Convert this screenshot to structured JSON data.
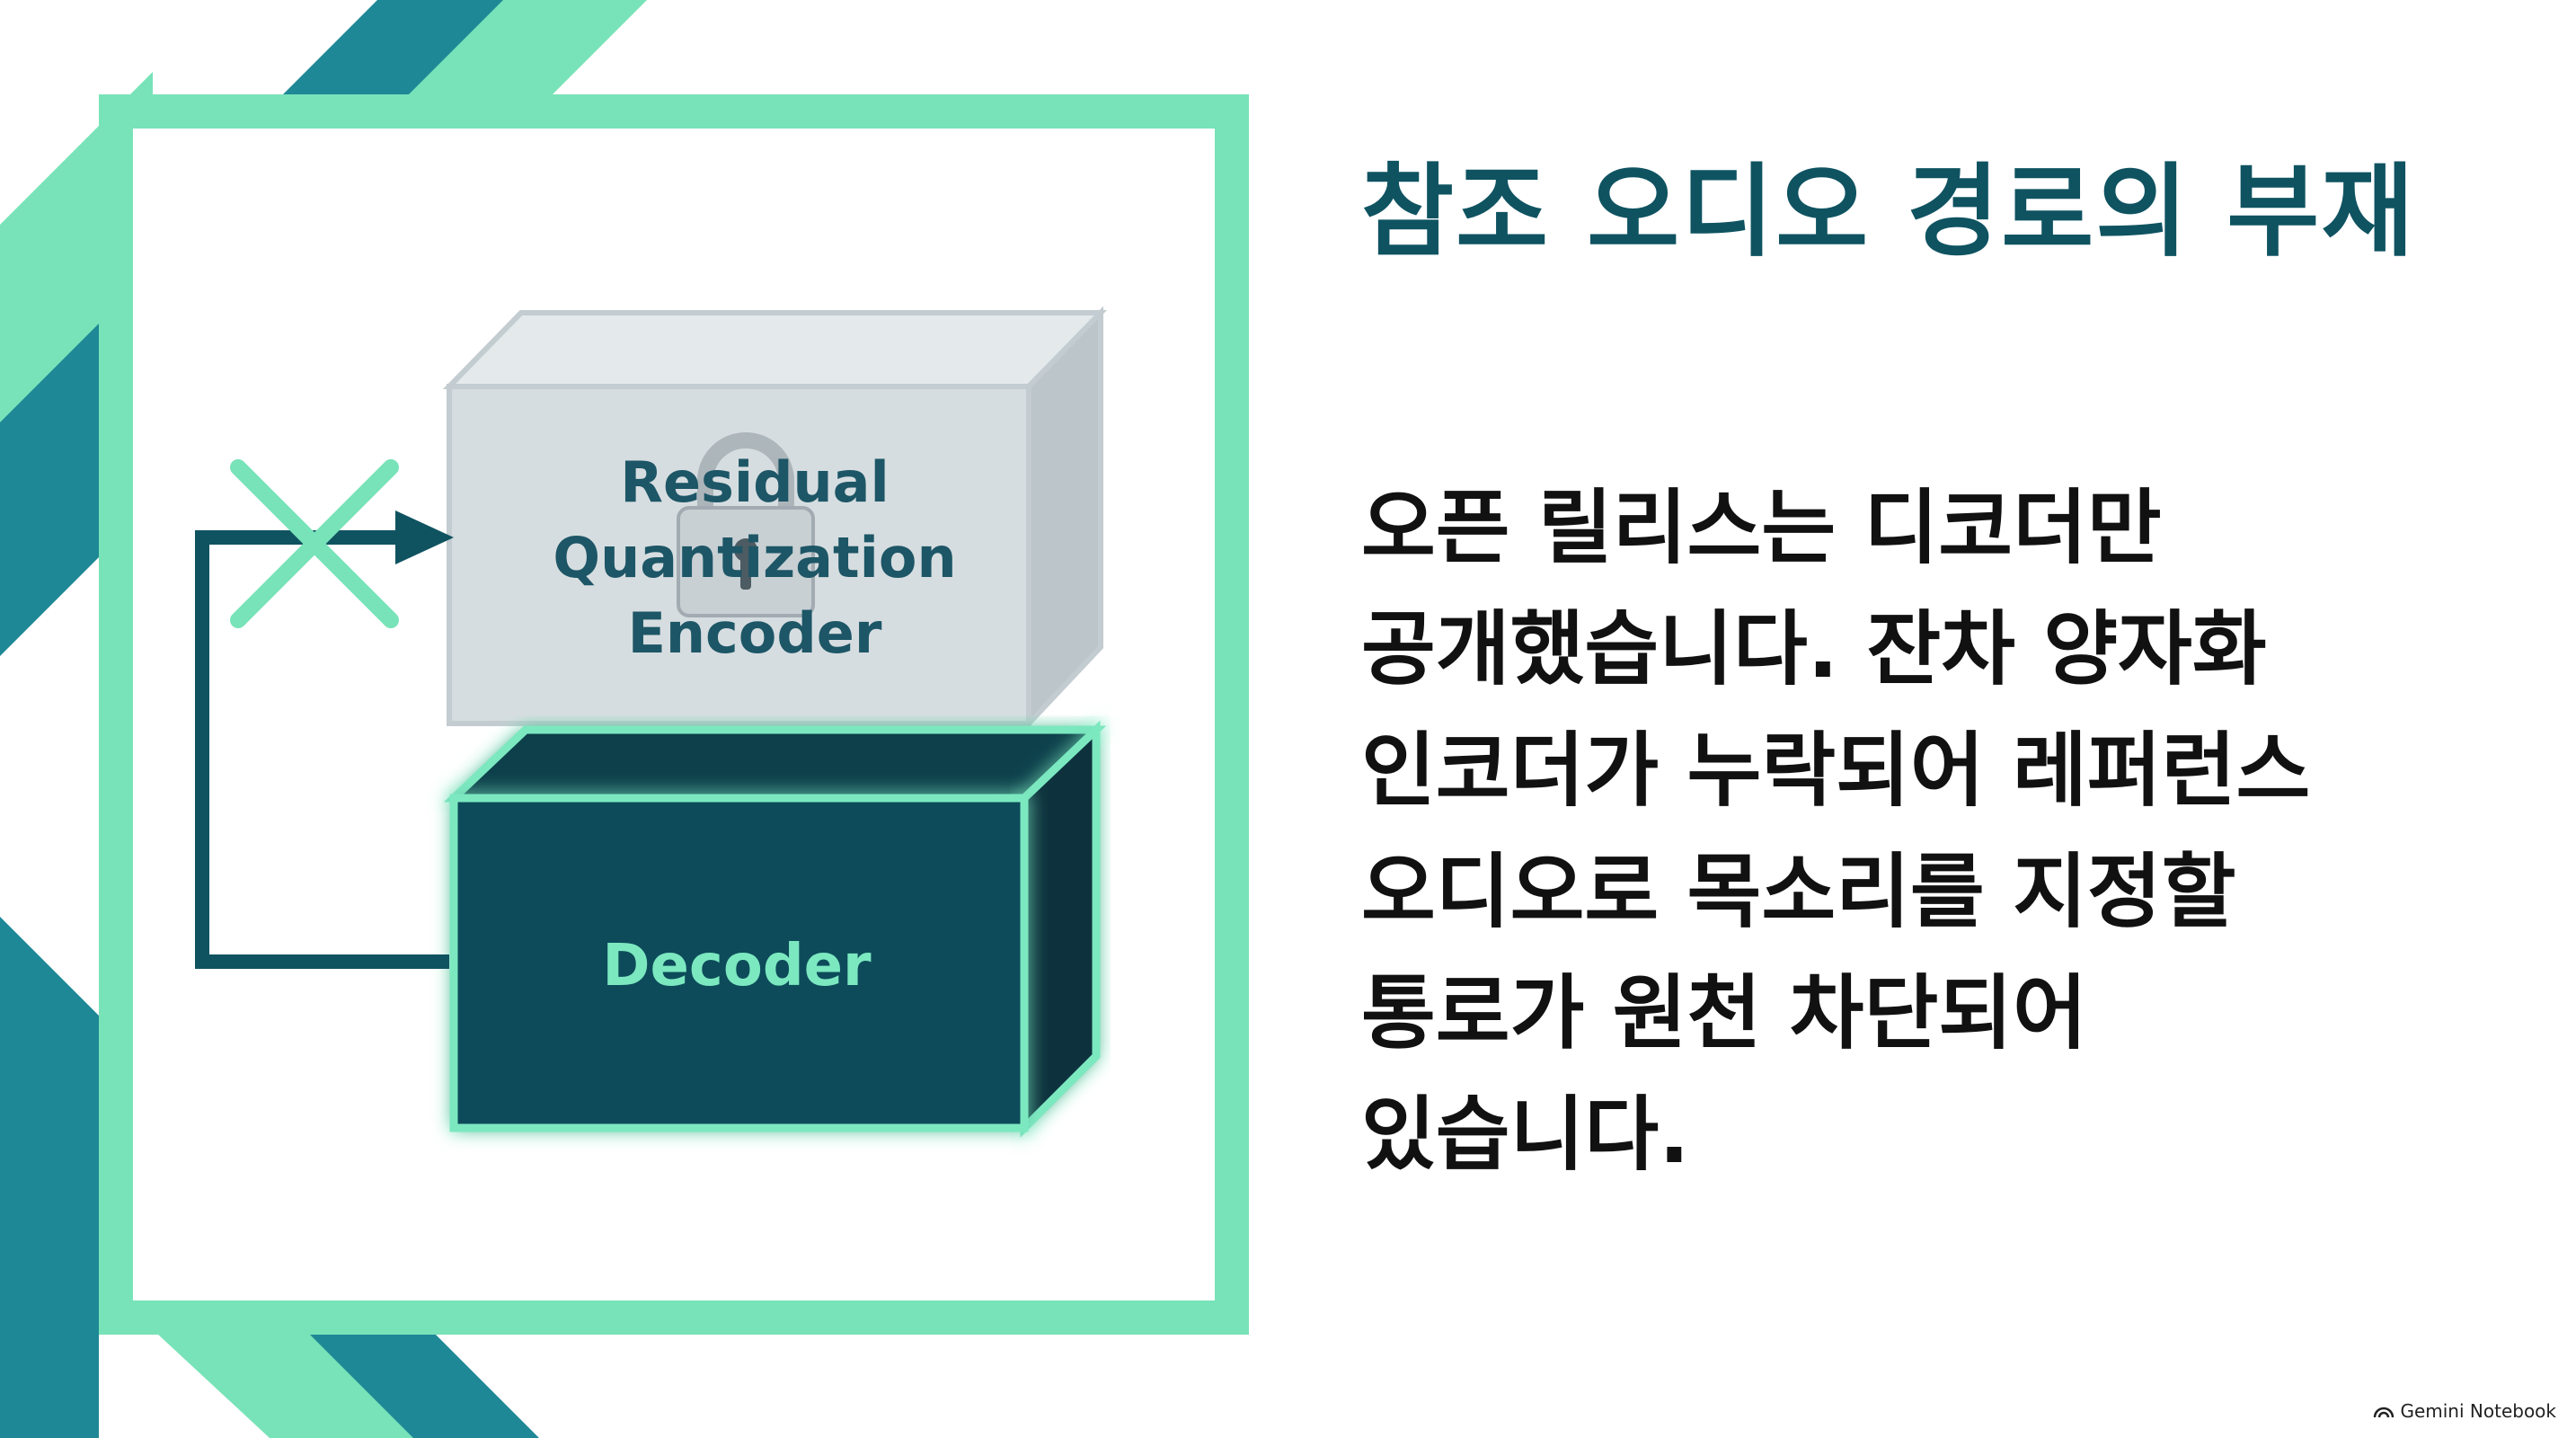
{
  "title": "참조 오디오 경로의 부재",
  "body_lines": [
    "오픈 릴리스는 디코더만",
    "공개했습니다. 잔차 양자화",
    "인코더가 누락되어 레퍼런스",
    "오디오로 목소리를 지정할",
    "통로가 원천 차단되어",
    "있습니다."
  ],
  "diagram": {
    "encoder_lines": [
      "Residual",
      "Quantization",
      "Encoder"
    ],
    "decoder_label": "Decoder",
    "encoder_locked": true,
    "reference_path_blocked": true
  },
  "watermark": "Gemini Notebook",
  "colors": {
    "accent_mint": "#78e3b8",
    "dark_teal": "#0f5361",
    "deco_teal": "#1e8896",
    "decoder_fill": "#0e4b5a",
    "encoder_fill": "#d6dde0"
  }
}
